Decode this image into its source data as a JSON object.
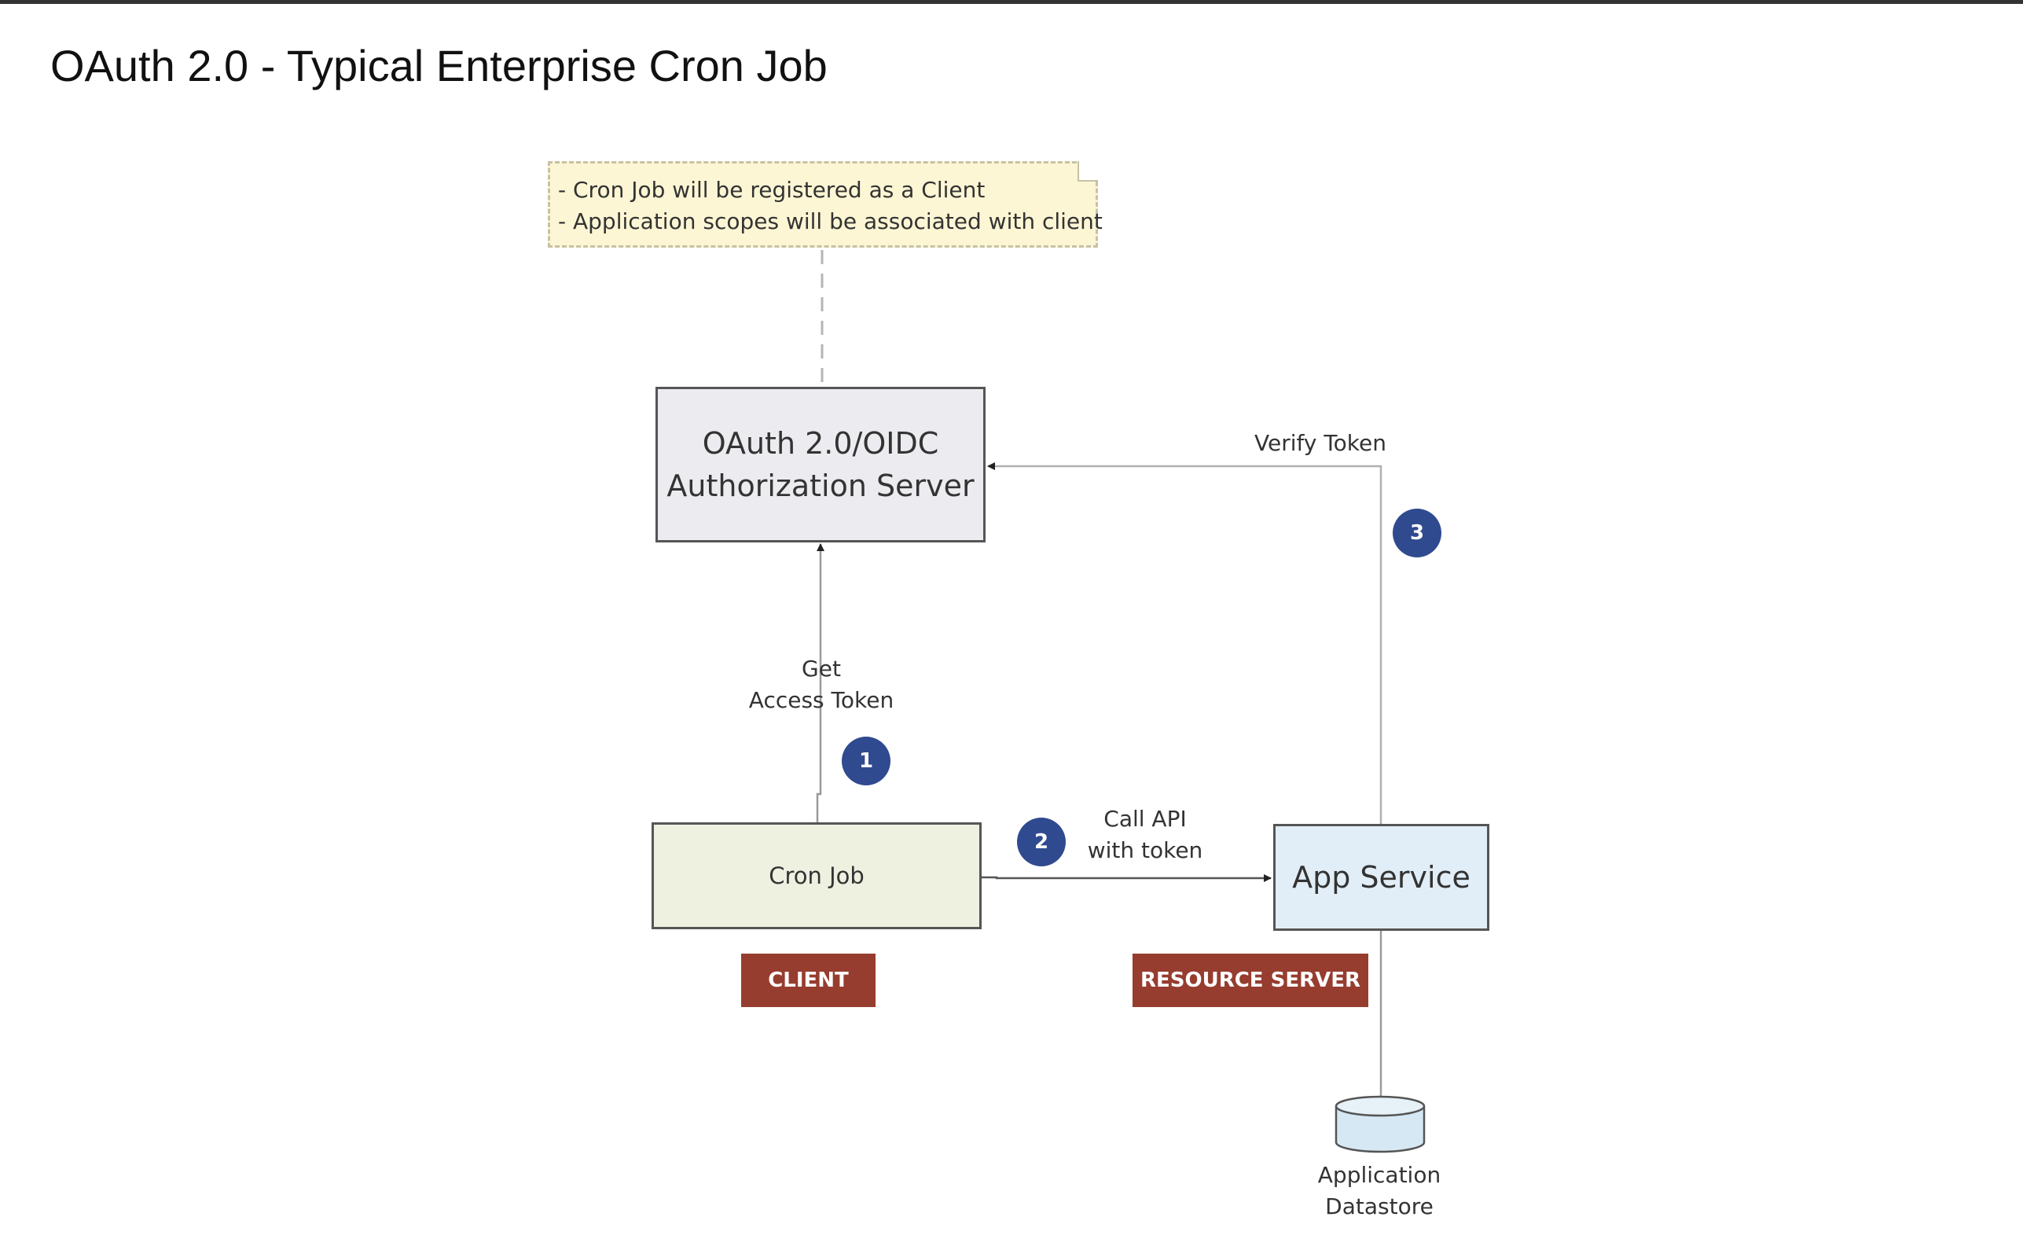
{
  "title": "OAuth 2.0 - Typical Enterprise Cron Job",
  "note": {
    "lines": [
      "- Cron Job will be registered as a Client",
      "- Application scopes will be associated with client"
    ]
  },
  "nodes": {
    "auth_server": {
      "line1": "OAuth 2.0/OIDC",
      "line2": "Authorization Server"
    },
    "cron_job": {
      "label": "Cron Job"
    },
    "app_service": {
      "label": "App Service"
    },
    "datastore": {
      "line1": "Application",
      "line2": "Datastore"
    }
  },
  "tags": {
    "client": "CLIENT",
    "resource_server": "RESOURCE SERVER"
  },
  "edges": {
    "get_token": {
      "step": "1",
      "line1": "Get",
      "line2": "Access Token"
    },
    "call_api": {
      "step": "2",
      "line1": "Call API",
      "line2": "with token"
    },
    "verify_token": {
      "step": "3",
      "label": "Verify Token"
    }
  },
  "colors": {
    "auth_server_fill": "#ecebef",
    "cron_job_fill": "#eef0e0",
    "app_service_fill": "#e1eef7",
    "note_fill": "#fdf6d4",
    "tag_fill": "#963d2f",
    "badge_fill": "#2f4a8f",
    "datastore_fill": "#d6e8f3"
  }
}
